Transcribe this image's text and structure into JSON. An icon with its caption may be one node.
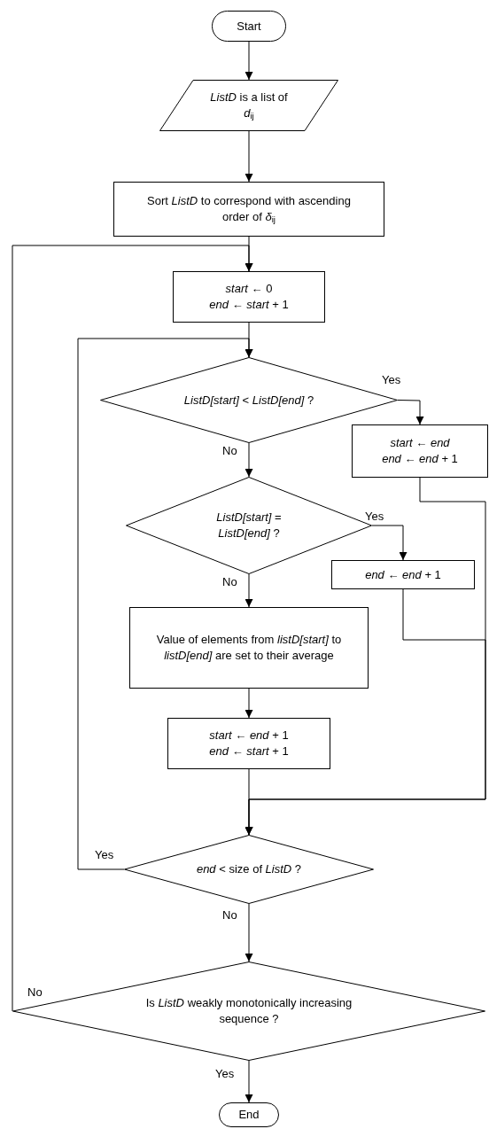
{
  "diagram": {
    "nodes": [
      {
        "text": [
          "Start"
        ]
      },
      {
        "text": [
          "*ListD* is a list of *d*$_{ij}$"
        ]
      },
      {
        "text": [
          "Sort *ListD* to correspond with ascending order of *δ*$_{ij}$"
        ]
      },
      {
        "text": [
          "*start* ← 0",
          "*end* ← *start* + 1"
        ]
      },
      {
        "text": [
          "*ListD[start]* < *ListD[end]* ?"
        ]
      },
      {
        "text": [
          "*start* ← *end*",
          "*end* ← *end* + 1"
        ]
      },
      {
        "text": [
          "*ListD[start]* = *ListD[end]* ?"
        ]
      },
      {
        "text": [
          "*end* ← *end* + 1"
        ]
      },
      {
        "text": [
          "Value of elements from *listD[start]* to *listD[end]* are set to their average"
        ]
      },
      {
        "text": [
          "*start* ← *end* + 1",
          "*end* ← *start* + 1"
        ]
      },
      {
        "text": [
          "*end* < size of *ListD* ?"
        ]
      },
      {
        "text": [
          "Is *ListD* weakly monotonically increasing sequence ?"
        ]
      },
      {
        "text": [
          "End"
        ]
      }
    ],
    "edges": [
      {
        "from": 0,
        "to": 1,
        "arrow": "to"
      },
      {
        "from": 1,
        "to": 2,
        "arrow": "to"
      },
      {
        "from": 2,
        "to": 3,
        "arrow": "to"
      },
      {
        "from": 3,
        "to": 4,
        "arrow": "to"
      },
      {
        "from": 4,
        "to": 5,
        "arrow": "to",
        "label": "Yes"
      },
      {
        "from": 4,
        "to": 6,
        "arrow": "to",
        "label": "No"
      },
      {
        "from": 6,
        "to": 7,
        "arrow": "to",
        "label": "Yes"
      },
      {
        "from": 6,
        "to": 8,
        "arrow": "to",
        "label": "No"
      },
      {
        "from": 8,
        "to": 9,
        "arrow": "to"
      },
      {
        "from": 9,
        "to": 10,
        "arrow": "to"
      },
      {
        "from": 10,
        "to": 4,
        "arrow": "to",
        "label": "Yes"
      },
      {
        "from": 10,
        "to": 11,
        "arrow": "to",
        "label": "No"
      },
      {
        "from": 11,
        "to": 3,
        "arrow": "to",
        "label": "No"
      },
      {
        "from": 11,
        "to": 12,
        "arrow": "to",
        "label": "Yes"
      },
      {
        "from": 5,
        "to": 10,
        "arrow": "to"
      },
      {
        "from": 7,
        "to": 10,
        "arrow": "to"
      }
    ]
  }
}
